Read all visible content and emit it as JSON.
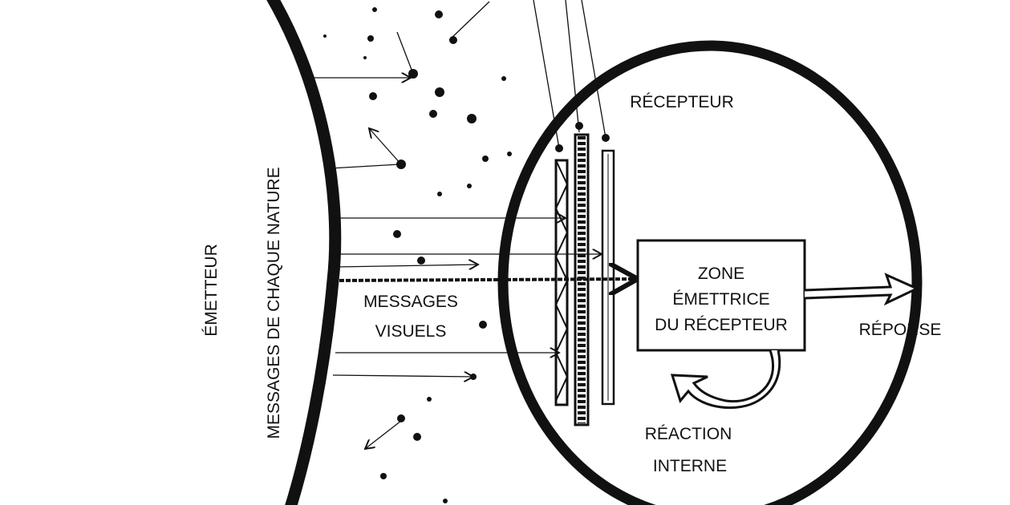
{
  "labels": {
    "emitter": "ÉMETTEUR",
    "messages_all": "MESSAGES DE CHAQUE NATURE",
    "receiver": "RÉCEPTEUR",
    "visual_messages_1": "MESSAGES",
    "visual_messages_2": "VISUELS",
    "zone_1": "ZONE",
    "zone_2": "ÉMETTRICE",
    "zone_3": "DU RÉCEPTEUR",
    "response": "RÉPONSE",
    "internal_1": "RÉACTION",
    "internal_2": "INTERNE"
  },
  "colors": {
    "ink": "#111111",
    "paper": "#ffffff"
  }
}
